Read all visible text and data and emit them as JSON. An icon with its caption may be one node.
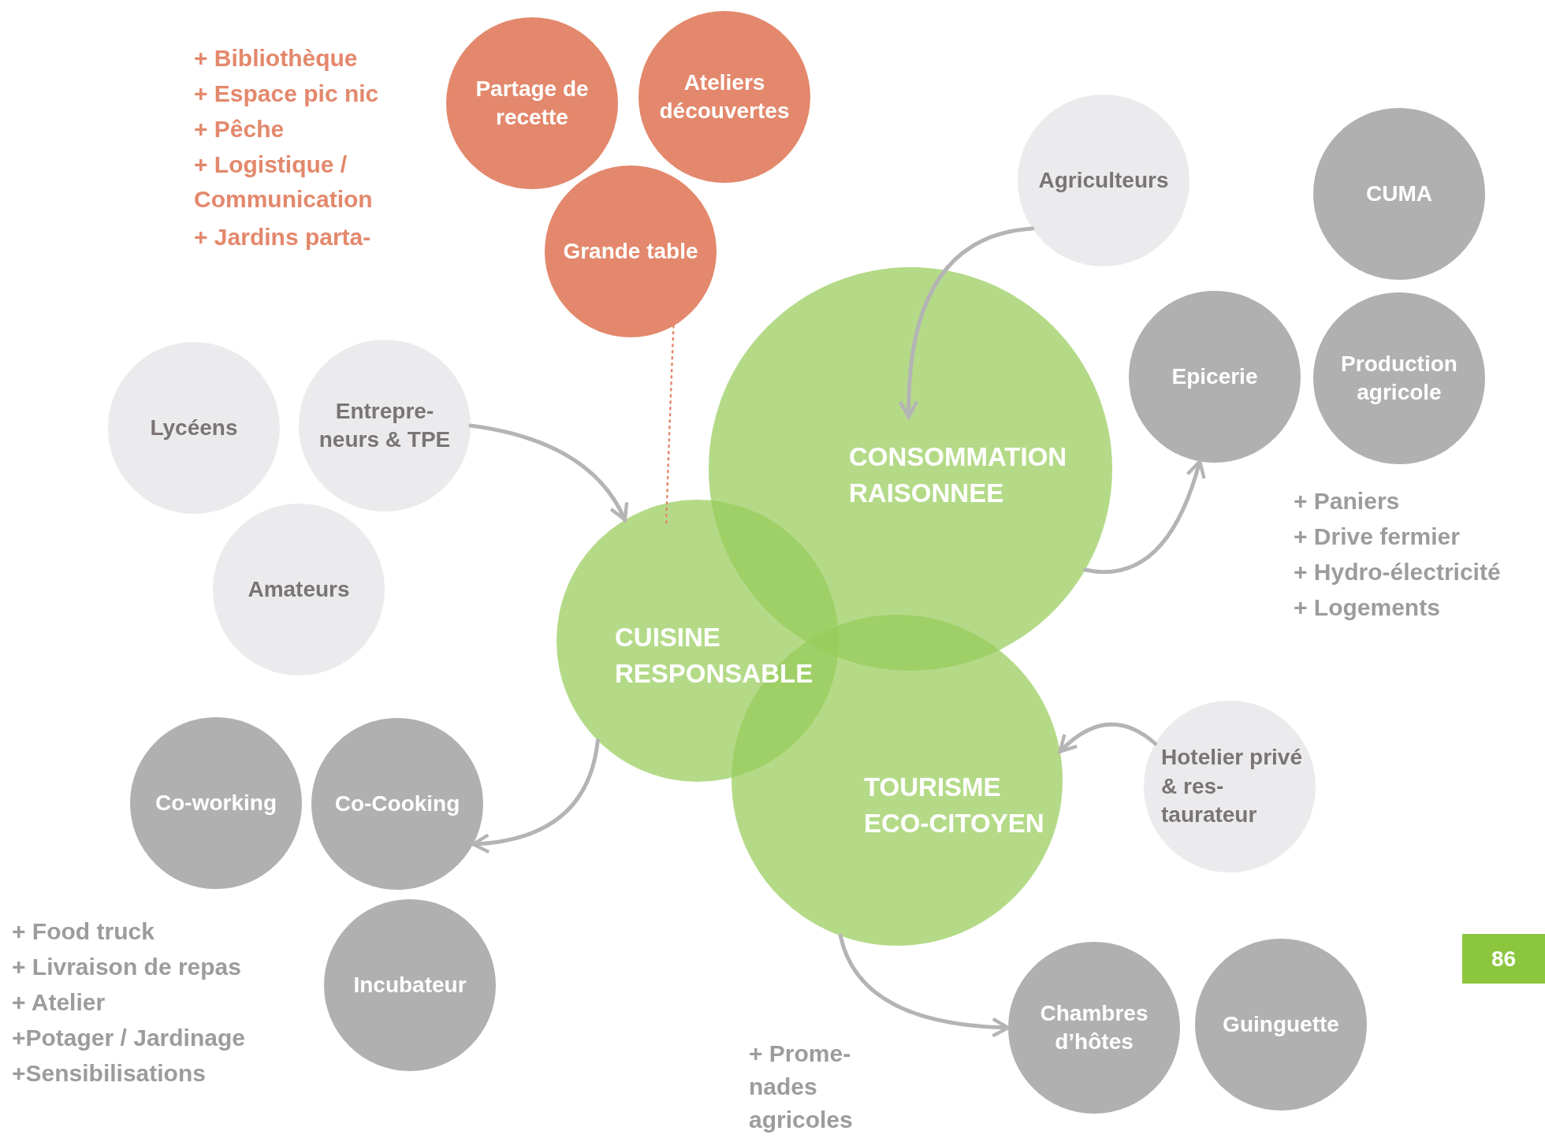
{
  "diagram": {
    "nodes": [
      {
        "text": [
          "Partage de recette"
        ]
      },
      {
        "text": [
          "Ateliers découvertes"
        ]
      },
      {
        "text": [
          "Grande table"
        ]
      },
      {
        "text": [
          "Agriculteurs"
        ]
      },
      {
        "text": [
          "CUMA"
        ]
      },
      {
        "text": [
          "Lycéens"
        ]
      },
      {
        "text": [
          "Entrepre- neurs & TPE"
        ]
      },
      {
        "text": [
          "Epicerie"
        ]
      },
      {
        "text": [
          "Production agricole"
        ]
      },
      {
        "text": [
          "CONSOMMATION RAISONNEE"
        ]
      },
      {
        "text": [
          "Amateurs"
        ]
      },
      {
        "text": [
          "CUISINE RESPONSABLE"
        ]
      },
      {
        "text": [
          "Hotelier privé & res- taurateur"
        ]
      },
      {
        "text": [
          "TOURISME ECO-CITOYEN"
        ]
      },
      {
        "text": [
          "Co-working"
        ]
      },
      {
        "text": [
          "Co-Cooking"
        ]
      },
      {
        "text": [
          "Incubateur"
        ]
      },
      {
        "text": [
          "Chambres d’hôtes"
        ]
      },
      {
        "text": [
          "Guinguette"
        ]
      }
    ],
    "edges": [
      {
        "from": 3,
        "to": 9,
        "arrow": "to"
      },
      {
        "from": 6,
        "to": 11,
        "arrow": "to"
      },
      {
        "from": 9,
        "to": 7,
        "arrow": "to"
      },
      {
        "from": 11,
        "to": 15,
        "arrow": "to"
      },
      {
        "from": 12,
        "to": 13,
        "arrow": "to"
      },
      {
        "from": 13,
        "to": 17,
        "arrow": "to"
      },
      {
        "from": 2,
        "to": 11,
        "arrow": "none",
        "style": "dashed",
        "color": "#e3886c"
      }
    ],
    "labels": [
      "+ Bibliothèque",
      "+ Espace pic nic",
      "+ Pêche",
      "+ Logistique / Communication",
      "+ Jardins parta-",
      "+ Paniers",
      "+ Drive fermier",
      "+ Hydro-électricité",
      "+ Logements",
      "+ Food truck",
      "+ Livraison de repas",
      "+ Atelier",
      "+Potager / Jardinage",
      "+Sensibilisations",
      "+ Prome- nades agricoles",
      "86"
    ]
  }
}
